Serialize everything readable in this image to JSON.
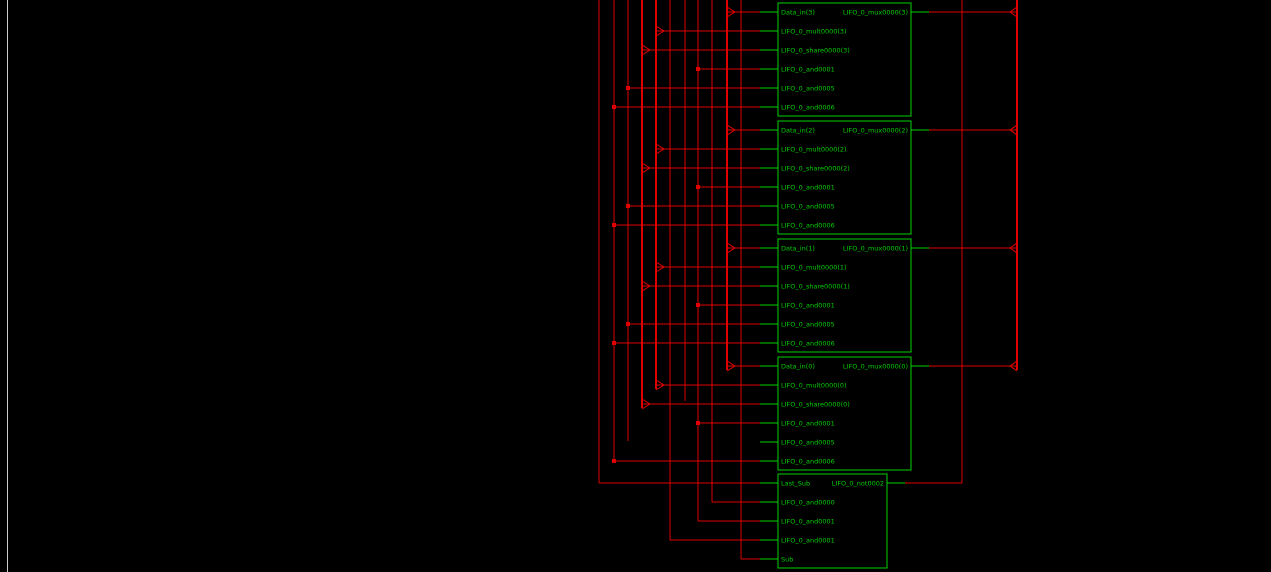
{
  "blocks": [
    {
      "id": "mux3",
      "inputs": [
        "Data_in(3)",
        "LIFO_0_mult0000(3)",
        "LIFO_0_share0000(3)",
        "LIFO_0_and0001",
        "LIFO_0_and0005",
        "LIFO_0_and0006"
      ],
      "output": "LIFO_0_mux0000(3)"
    },
    {
      "id": "mux2",
      "inputs": [
        "Data_in(2)",
        "LIFO_0_mult0000(2)",
        "LIFO_0_share0000(2)",
        "LIFO_0_and0001",
        "LIFO_0_and0005",
        "LIFO_0_and0006"
      ],
      "output": "LIFO_0_mux0000(2)"
    },
    {
      "id": "mux1",
      "inputs": [
        "Data_in(1)",
        "LIFO_0_mult0000(1)",
        "LIFO_0_share0000(1)",
        "LIFO_0_and0001",
        "LIFO_0_and0005",
        "LIFO_0_and0006"
      ],
      "output": "LIFO_0_mux0000(1)"
    },
    {
      "id": "mux0",
      "inputs": [
        "Data_in(0)",
        "LIFO_0_mult0000(0)",
        "LIFO_0_share0000(0)",
        "LIFO_0_and0001",
        "LIFO_0_and0005",
        "LIFO_0_and0006"
      ],
      "output": "LIFO_0_mux0000(0)"
    },
    {
      "id": "not",
      "inputs": [
        "Last_Sub",
        "LIFO_0_and0000",
        "LIFO_0_and0001",
        "LIFO_0_and0001",
        "Sub"
      ],
      "output": "LIFO_0_not0002"
    }
  ],
  "colors": {
    "background": "#000000",
    "wire": "#e00000",
    "block": "#00d000",
    "frame_edge": "#cccccc"
  }
}
